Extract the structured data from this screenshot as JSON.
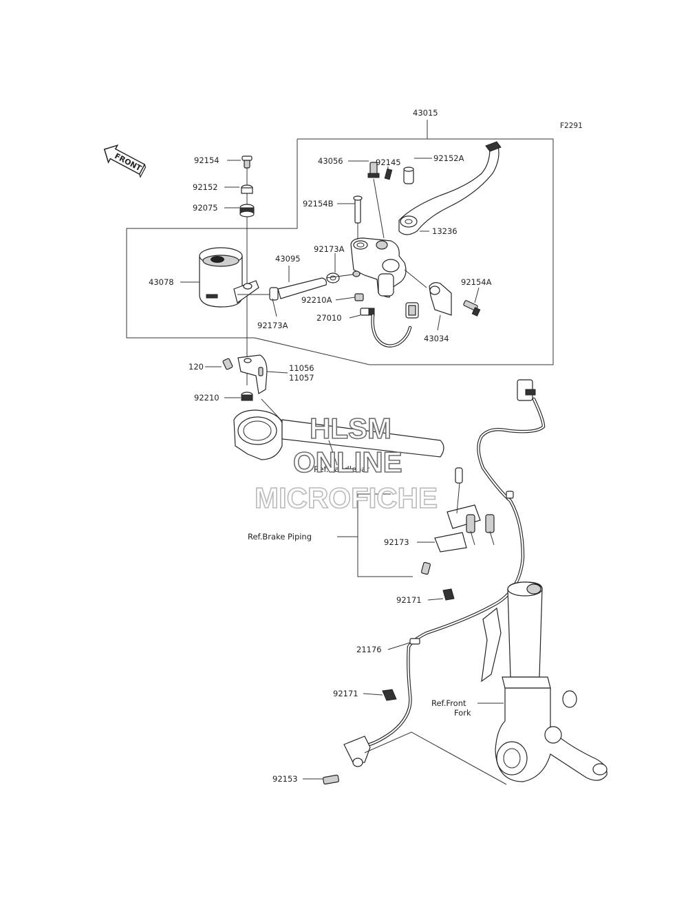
{
  "figure_code": "F2291",
  "front_label": "FRONT",
  "watermark": [
    "HLSM",
    "ONLINE",
    "MICROFICHE"
  ],
  "parts": {
    "p43015": "43015",
    "p92154": "92154",
    "p92152": "92152",
    "p92075": "92075",
    "p43078": "43078",
    "p43095": "43095",
    "p92173A_top": "92173A",
    "p92173A_bottom": "92173A",
    "p92145": "92145",
    "p92152A": "92152A",
    "p43056": "43056",
    "p92154B": "92154B",
    "p13236": "13236",
    "p92210A": "92210A",
    "p27010": "27010",
    "p92154A": "92154A",
    "p43034": "43034",
    "p120": "120",
    "p11056": "11056",
    "p11057": "11057",
    "p92210": "92210",
    "p92173": "92173",
    "p92171_a": "92171",
    "p21176": "21176",
    "p92171_b": "92171",
    "p92153": "92153"
  },
  "refs": {
    "handlebar": "Ref.Handlebar",
    "brake_piping": "Ref.Brake Piping",
    "front_fork_1": "Ref.Front",
    "front_fork_2": "Fork"
  }
}
